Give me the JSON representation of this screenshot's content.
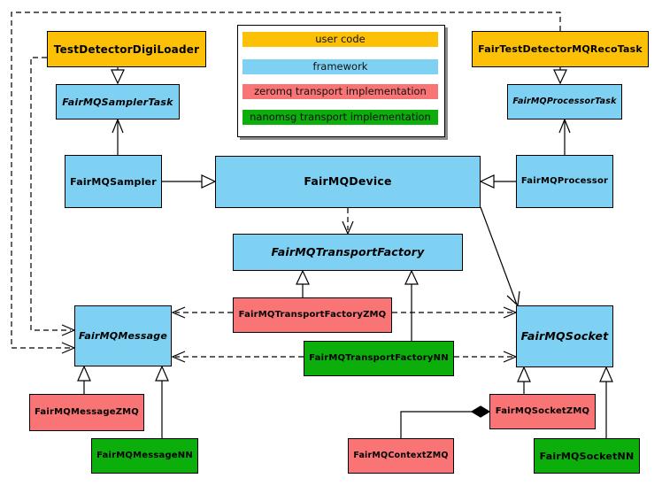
{
  "colors": {
    "user_code": "#fcc106",
    "framework": "#7ed1f2",
    "zeromq": "#f97474",
    "nanomsg": "#0bae0b",
    "line": "#000000",
    "legend_shadow": "#8c8c8c"
  },
  "legend": {
    "items": [
      {
        "label": "user code",
        "color_key": "user_code"
      },
      {
        "label": "framework",
        "color_key": "framework"
      },
      {
        "label": "zeromq transport implementation",
        "color_key": "zeromq"
      },
      {
        "label": "nanomsg transport implementation",
        "color_key": "nanomsg"
      }
    ]
  },
  "nodes": {
    "digiloader": {
      "label": "TestDetectorDigiLoader",
      "category": "user_code",
      "abstract": false
    },
    "samplertask": {
      "label": "FairMQSamplerTask",
      "category": "framework",
      "abstract": true
    },
    "sampler": {
      "label": "FairMQSampler",
      "category": "framework",
      "abstract": false
    },
    "recotask": {
      "label": "FairTestDetectorMQRecoTask",
      "category": "user_code",
      "abstract": false
    },
    "processortask": {
      "label": "FairMQProcessorTask",
      "category": "framework",
      "abstract": true
    },
    "processor": {
      "label": "FairMQProcessor",
      "category": "framework",
      "abstract": false
    },
    "device": {
      "label": "FairMQDevice",
      "category": "framework",
      "abstract": false
    },
    "transportfactory": {
      "label": "FairMQTransportFactory",
      "category": "framework",
      "abstract": true
    },
    "tfzmq": {
      "label": "FairMQTransportFactoryZMQ",
      "category": "zeromq",
      "abstract": false
    },
    "tfnn": {
      "label": "FairMQTransportFactoryNN",
      "category": "nanomsg",
      "abstract": false
    },
    "message": {
      "label": "FairMQMessage",
      "category": "framework",
      "abstract": true
    },
    "messagezmq": {
      "label": "FairMQMessageZMQ",
      "category": "zeromq",
      "abstract": false
    },
    "messagenn": {
      "label": "FairMQMessageNN",
      "category": "nanomsg",
      "abstract": false
    },
    "socket": {
      "label": "FairMQSocket",
      "category": "framework",
      "abstract": true
    },
    "socketzmq": {
      "label": "FairMQSocketZMQ",
      "category": "zeromq",
      "abstract": false
    },
    "socketnn": {
      "label": "FairMQSocketNN",
      "category": "nanomsg",
      "abstract": false
    },
    "contextzmq": {
      "label": "FairMQContextZMQ",
      "category": "zeromq",
      "abstract": false
    }
  },
  "relations": [
    {
      "from": "TestDetectorDigiLoader",
      "to": "FairMQSamplerTask",
      "type": "inheritance"
    },
    {
      "from": "FairTestDetectorMQRecoTask",
      "to": "FairMQProcessorTask",
      "type": "inheritance"
    },
    {
      "from": "FairMQSampler",
      "to": "FairMQDevice",
      "type": "inheritance"
    },
    {
      "from": "FairMQProcessor",
      "to": "FairMQDevice",
      "type": "inheritance"
    },
    {
      "from": "FairMQSampler",
      "to": "FairMQSamplerTask",
      "type": "association"
    },
    {
      "from": "FairMQProcessor",
      "to": "FairMQProcessorTask",
      "type": "association"
    },
    {
      "from": "FairMQDevice",
      "to": "FairMQTransportFactory",
      "type": "dependency"
    },
    {
      "from": "FairMQDevice",
      "to": "FairMQSocket",
      "type": "association"
    },
    {
      "from": "FairMQTransportFactoryZMQ",
      "to": "FairMQTransportFactory",
      "type": "inheritance"
    },
    {
      "from": "FairMQTransportFactoryNN",
      "to": "FairMQTransportFactory",
      "type": "inheritance"
    },
    {
      "from": "FairMQTransportFactoryZMQ",
      "to": "FairMQMessage",
      "type": "dependency"
    },
    {
      "from": "FairMQTransportFactoryZMQ",
      "to": "FairMQSocket",
      "type": "dependency"
    },
    {
      "from": "FairMQTransportFactoryNN",
      "to": "FairMQMessage",
      "type": "dependency"
    },
    {
      "from": "FairMQTransportFactoryNN",
      "to": "FairMQSocket",
      "type": "dependency"
    },
    {
      "from": "TestDetectorDigiLoader",
      "to": "FairMQMessage",
      "type": "dependency"
    },
    {
      "from": "FairTestDetectorMQRecoTask",
      "to": "FairMQMessage",
      "type": "dependency"
    },
    {
      "from": "FairMQMessageZMQ",
      "to": "FairMQMessage",
      "type": "inheritance"
    },
    {
      "from": "FairMQMessageNN",
      "to": "FairMQMessage",
      "type": "inheritance"
    },
    {
      "from": "FairMQSocketZMQ",
      "to": "FairMQSocket",
      "type": "inheritance"
    },
    {
      "from": "FairMQSocketNN",
      "to": "FairMQSocket",
      "type": "inheritance"
    },
    {
      "from": "FairMQContextZMQ",
      "to": "FairMQSocketZMQ",
      "type": "composition"
    }
  ]
}
